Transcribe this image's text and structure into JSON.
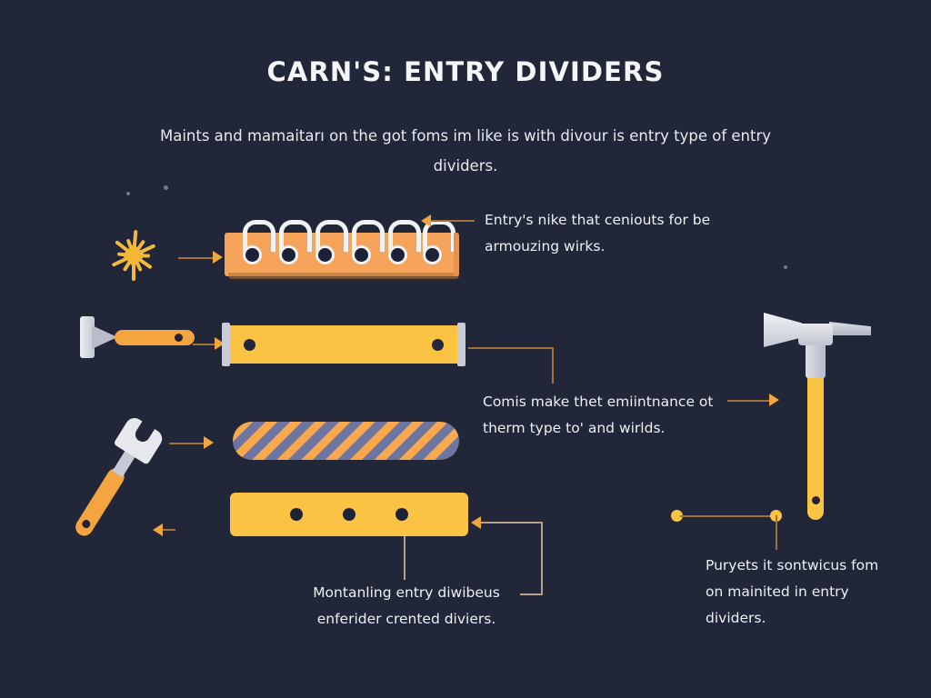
{
  "page": {
    "title": "CARN'S: ENTRY DIVIDERS",
    "subtitle": "Maints and mamaitarı on the got foms im like is with divour is entry type of entry dividers.",
    "background_color": "#212639"
  },
  "colors": {
    "background": "#212639",
    "text_primary": "#f5f6f8",
    "accent_orange": "#f6a45b",
    "accent_yellow": "#fbc343",
    "metal_gray": "#c9ccd6",
    "connector": "#a2703d",
    "stripe_blue": "#6e76a0"
  },
  "annotations": [
    {
      "id": "annotation-1",
      "text": "Entry's nike that ceniouts for be armouzing wirks.",
      "position": "top-right",
      "connector": "arrow-left"
    },
    {
      "id": "annotation-2",
      "text": "Comis make thet emiintnance ot therm type to' and wirlds.",
      "position": "middle-right",
      "connector": "elbow"
    },
    {
      "id": "annotation-3",
      "text": "Montanling entry diwibeus enferider crented diviers.",
      "position": "bottom-center",
      "connector": "elbow-arrow-left"
    },
    {
      "id": "annotation-4",
      "text": "Puryets it sontwicus fom on mainited in entry dividers.",
      "position": "bottom-right",
      "connector": "node-line"
    }
  ],
  "dividers": [
    {
      "id": "divider-spiral",
      "label": "spiral-bound divider bar",
      "color": "#f6a45b",
      "coil_count": 6,
      "style": "coils"
    },
    {
      "id": "divider-capped",
      "label": "metal-capped divider bar",
      "color": "#fbc343",
      "hole_count": 2,
      "style": "end-caps"
    },
    {
      "id": "divider-striped",
      "label": "diagonal striped divider bar",
      "color": "#f9a84d",
      "secondary_color": "#6e76a0",
      "style": "diagonal-stripes"
    },
    {
      "id": "divider-punched",
      "label": "three-hole punched divider bar",
      "color": "#fbc343",
      "hole_count": 3,
      "style": "punched"
    }
  ],
  "tools": [
    {
      "id": "tool-sparkle",
      "label": "sparkle burst",
      "color": "#f0b93f"
    },
    {
      "id": "tool-scraper",
      "label": "scraper blade",
      "handle_color": "#f4a53f",
      "blade_color": "#eceef3"
    },
    {
      "id": "tool-fork",
      "label": "pry fork",
      "handle_color": "#f4a53f",
      "head_color": "#e6e8ee"
    },
    {
      "id": "tool-axe",
      "label": "hatchet axe",
      "handle_color": "#f8c444",
      "head_color": "#e8eaf0"
    }
  ]
}
